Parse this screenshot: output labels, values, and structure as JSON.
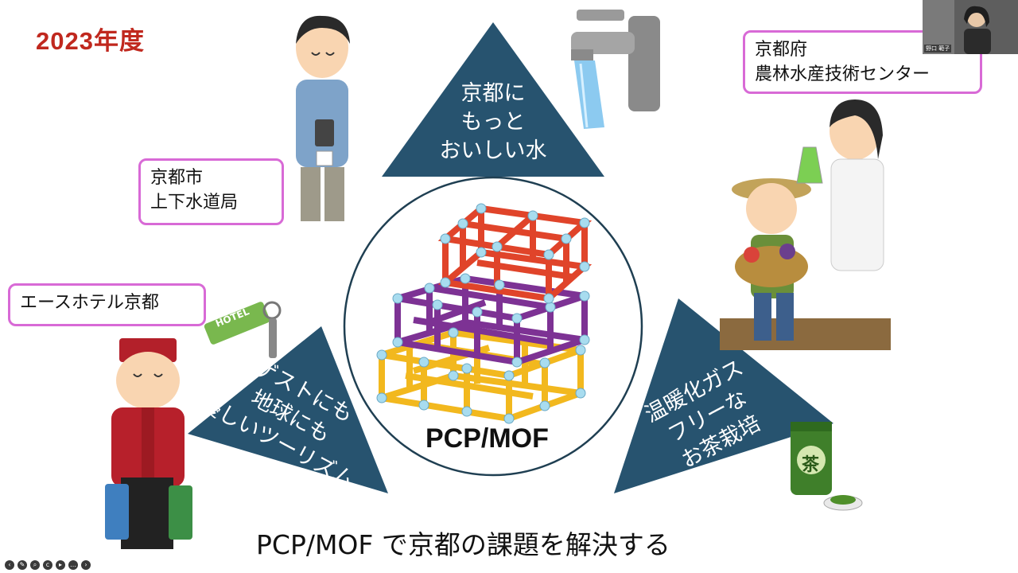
{
  "slide": {
    "year": "2023年度",
    "center_label": "PCP/MOF",
    "bottom_title": "PCP/MOF で京都の課題を解決する"
  },
  "labels": {
    "water_bureau": "京都市\n上下水道局",
    "hotel": "エースホテル京都",
    "agri_center": "京都府\n農林水産技術センター"
  },
  "triangles": {
    "top": "京都に\nもっと\nおいしい水",
    "left": "ゲストにも\n地球にも\n優しいツーリズム",
    "right": "温暖化ガス\nフリーな\nお茶栽培"
  },
  "illustrations": {
    "tea_can_text": "茶",
    "hotel_key_tag": "HOTEL"
  },
  "webcam": {
    "name": "野口 範子"
  },
  "toolbar": {
    "icons": [
      "prev-icon",
      "pen-icon",
      "zoom-icon",
      "cc-icon",
      "video-icon",
      "more-icon",
      "next-icon"
    ]
  },
  "colors": {
    "triangle": "#27536f",
    "year": "#c0281e",
    "label_border": "#d86ad6"
  }
}
